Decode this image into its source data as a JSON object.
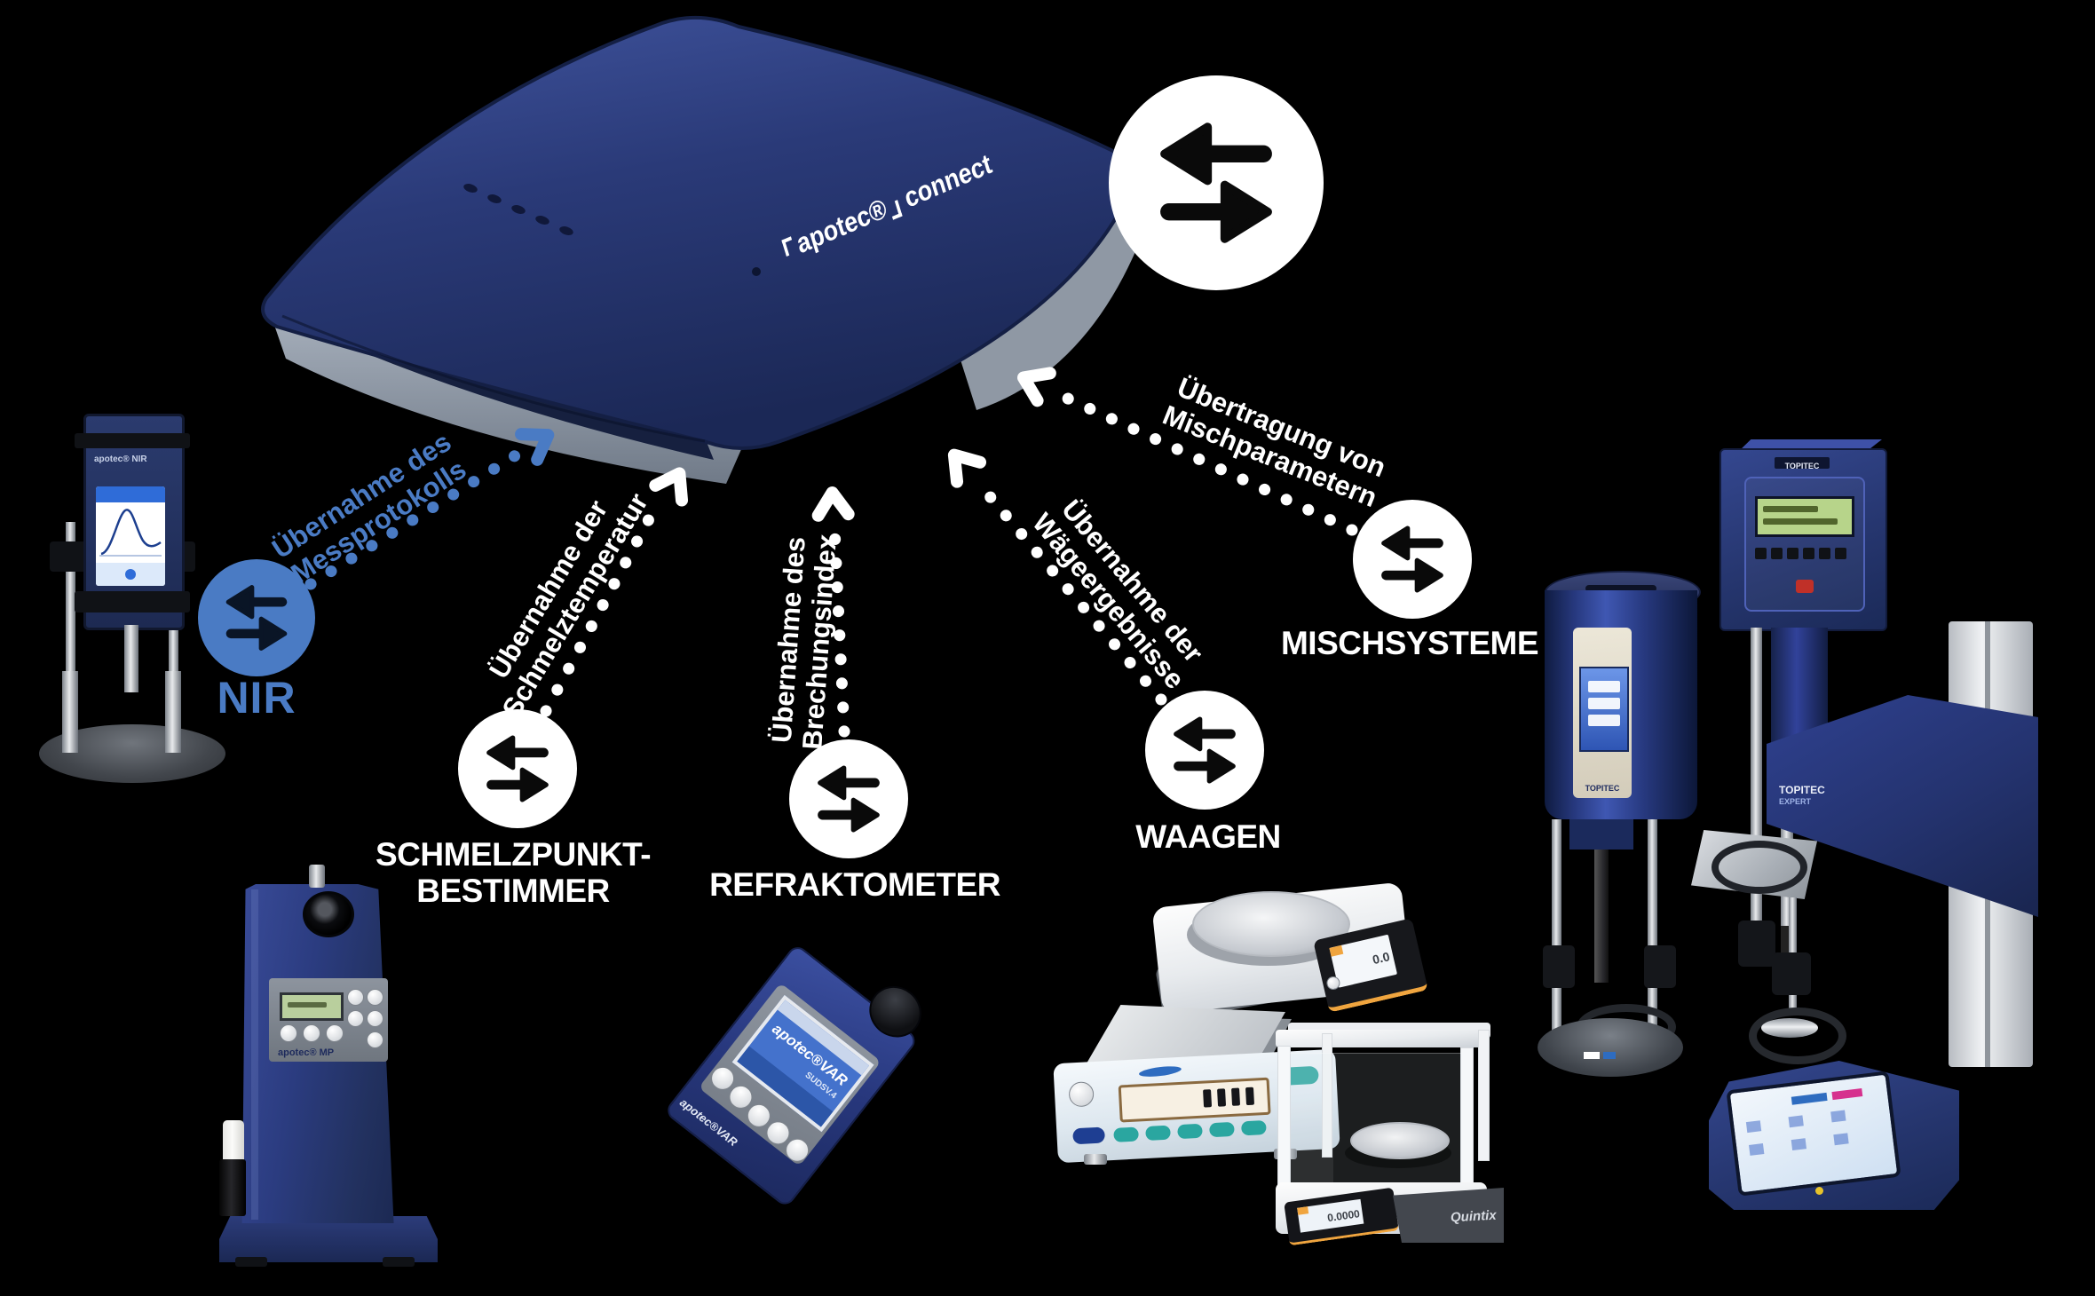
{
  "colors": {
    "background": "#000000",
    "accent_blue": "#4a7bc4",
    "arrow_white": "#ffffff",
    "device_navy": "#27376f",
    "icon_arrow_dark": "#0a0a0a"
  },
  "hub": {
    "brand": "apotec®",
    "product": "connect"
  },
  "connections": [
    {
      "id": "nir",
      "device_label": "NIR",
      "flow_line1": "Übernahme des",
      "flow_line2": "Messprotokolls",
      "icon": "transfer-arrows",
      "color": "#4a7bc4"
    },
    {
      "id": "schmelzpunktbestimmer",
      "device_label_line1": "SCHMELZPUNKT-",
      "device_label_line2": "BESTIMMER",
      "flow_line1": "Übernahme der",
      "flow_line2": "Schmelztemperatur",
      "icon": "transfer-arrows",
      "color": "#ffffff"
    },
    {
      "id": "refraktometer",
      "device_label": "REFRAKTOMETER",
      "flow_line1": "Übernahme des",
      "flow_line2": "Brechungsindex",
      "icon": "transfer-arrows",
      "color": "#ffffff"
    },
    {
      "id": "waagen",
      "device_label": "WAAGEN",
      "flow_line1": "Übernahme der",
      "flow_line2": "Wägeergebnisse",
      "icon": "transfer-arrows",
      "color": "#ffffff"
    },
    {
      "id": "mischsysteme",
      "device_label": "MISCHSYSTEME",
      "flow_line1": "Übertragung von",
      "flow_line2": "Mischparametern",
      "icon": "transfer-arrows",
      "color": "#ffffff"
    }
  ],
  "device_markings": {
    "nir_instrument": "apotec® NIR",
    "melting_point_instrument": "apotec® MP",
    "refractometer_screen_brand": "apotec®VAR",
    "refractometer_screen_model": "SUDSV.4",
    "refractometer_body": "apotec®VAR",
    "analytical_balance_side": "Quintix",
    "mixer_panel_brand": "TOPITEC",
    "mixer_hood_brand_line1": "TOPITEC",
    "mixer_hood_brand_line2": "EXPERT"
  },
  "displays": {
    "precision_balance": "0.0",
    "analytical_balance": "0.0000"
  }
}
